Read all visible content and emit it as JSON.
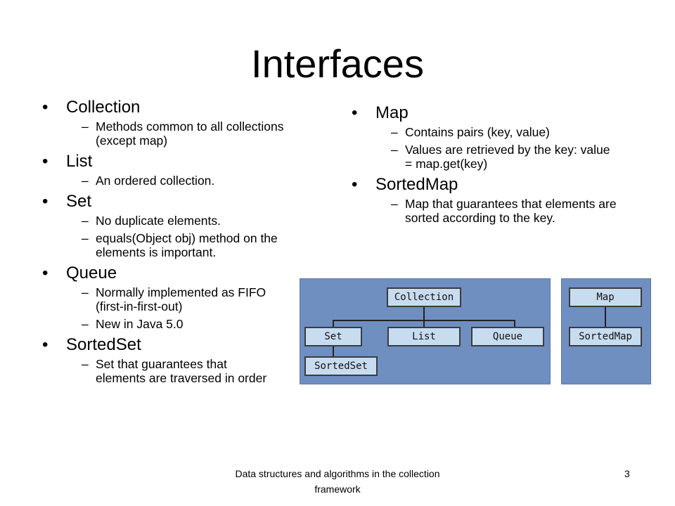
{
  "slide": {
    "title": "Interfaces",
    "left_items": [
      {
        "label": "Collection",
        "subs": [
          "Methods common to all collections (except map)"
        ]
      },
      {
        "label": "List",
        "subs": [
          "An ordered collection."
        ]
      },
      {
        "label": "Set",
        "subs": [
          "No duplicate elements.",
          "equals(Object obj) method on the elements is important."
        ]
      },
      {
        "label": "Queue",
        "subs": [
          "Normally implemented as FIFO (first-in-first-out)",
          "New in Java 5.0"
        ]
      },
      {
        "label": "SortedSet",
        "subs": [
          "Set that guarantees that elements are traversed in order"
        ]
      }
    ],
    "right_items": [
      {
        "label": "Map",
        "subs": [
          "Contains pairs (key, value)",
          "Values are retrieved by the key: value = map.get(key)"
        ]
      },
      {
        "label": "SortedMap",
        "subs": [
          "Map that guarantees that elements are sorted according to the key."
        ]
      }
    ],
    "diagram": {
      "collection": "Collection",
      "set": "Set",
      "list": "List",
      "queue": "Queue",
      "sortedset": "SortedSet",
      "map": "Map",
      "sortedmap": "SortedMap",
      "background_color": "#6f8fc1",
      "node_color": "#c8dcf0"
    },
    "footer": "Data structures and algorithms in the collection framework",
    "page_number": "3"
  }
}
